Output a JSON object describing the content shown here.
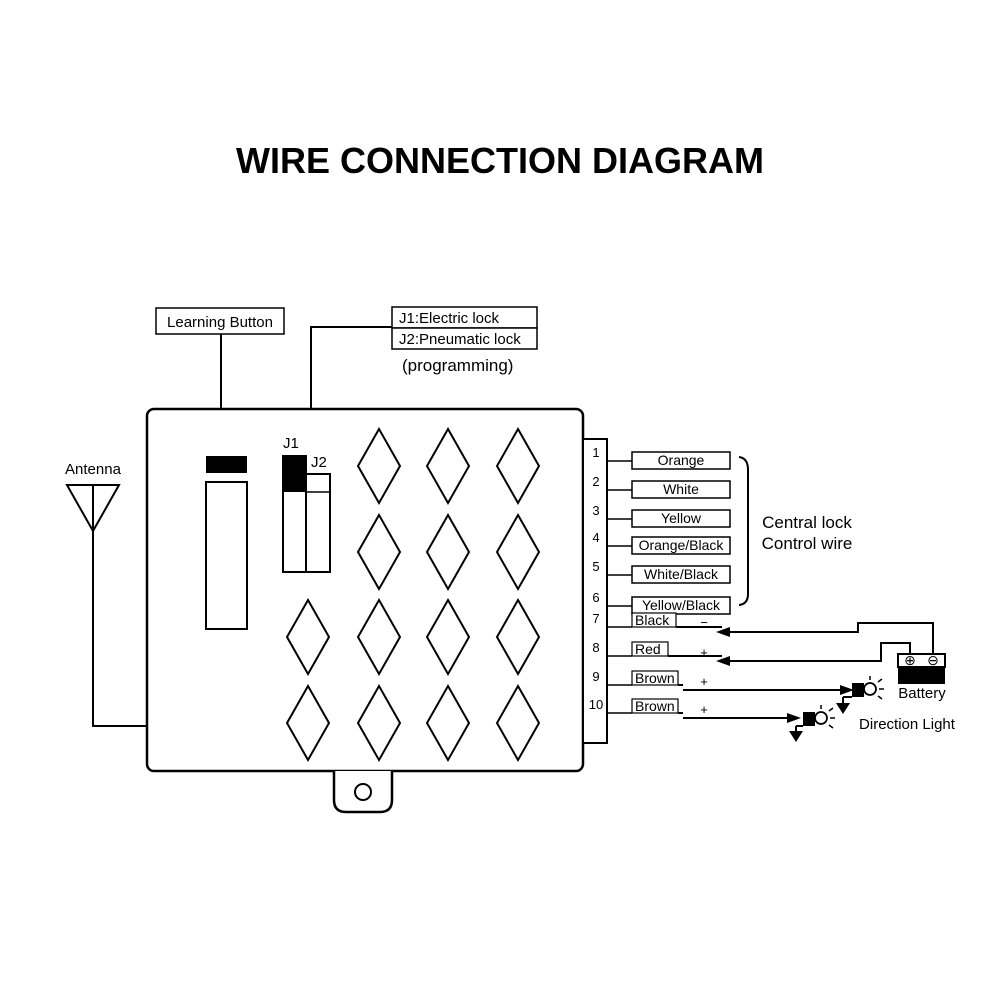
{
  "title": "WIRE CONNECTION DIAGRAM",
  "learning_button": "Learning Button",
  "jumper": {
    "j1_label": "J1:Electric lock",
    "j2_label": "J2:Pneumatic lock",
    "note": "(programming)",
    "j1": "J1",
    "j2": "J2"
  },
  "antenna": "Antenna",
  "pins": [
    {
      "num": "1",
      "wire": "Orange"
    },
    {
      "num": "2",
      "wire": "White"
    },
    {
      "num": "3",
      "wire": "Yellow"
    },
    {
      "num": "4",
      "wire": "Orange/Black"
    },
    {
      "num": "5",
      "wire": "White/Black"
    },
    {
      "num": "6",
      "wire": "Yellow/Black"
    },
    {
      "num": "7",
      "wire": "Black",
      "sign": "−"
    },
    {
      "num": "8",
      "wire": "Red",
      "sign": "+"
    },
    {
      "num": "9",
      "wire": "Brown",
      "sign": "+"
    },
    {
      "num": "10",
      "wire": "Brown",
      "sign": "+"
    }
  ],
  "central_lock": {
    "line1": "Central lock",
    "line2": "Control wire"
  },
  "battery": {
    "label": "Battery",
    "pos": "⊕",
    "neg": "⊖"
  },
  "direction_light": "Direction Light",
  "icons": [
    "antenna-icon",
    "battery-icon",
    "bulb-icon",
    "ground-icon",
    "arrow-icon"
  ]
}
